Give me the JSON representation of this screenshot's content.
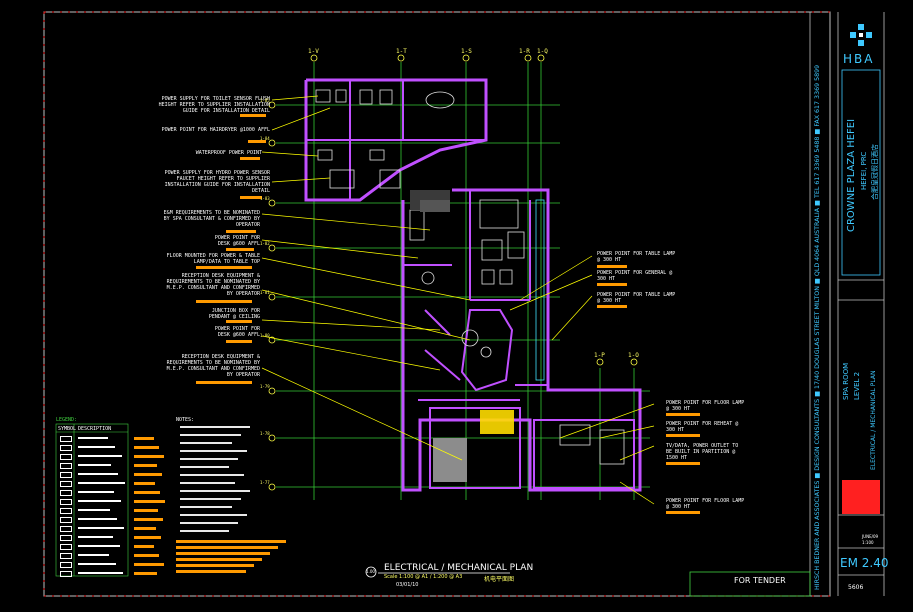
{
  "title_block": {
    "firm_logo": "HBA",
    "project_name": "CROWNE PLAZA HEFEI",
    "project_location": "HEFEI, PRC",
    "project_cn": "合肥皇冠假日酒店",
    "firm_address": "HIRSCH BEDNER AND ASSOCIATES ■ DESIGN CONSULTANTS ■ 17/40 DOUGLAS STREET MILTON ■ QLD 4064 AUSTRALIA ■ TEL 617 3369 5488 ■ FAX 617 3369 5899",
    "room": "SPA ROOM",
    "level": "LEVEL 2",
    "sheet_title": "ELECTRICAL / MECHANICAL PLAN",
    "drawing_no": "EM 2.40",
    "project_no": "5606",
    "for_tender": "FOR TENDER",
    "date": "JUNE/09",
    "scale_tb": "1:100"
  },
  "plan": {
    "caption": "ELECTRICAL / MECHANICAL PLAN",
    "caption_cn": "机电平面图",
    "scale": "Scale 1:100 @ A1 / 1:200 @ A3",
    "date": "03/01/10",
    "number": "1.00",
    "grid_top": [
      "1-V",
      "1-T",
      "1-S",
      "1-R",
      "1-Q"
    ],
    "grid_left": [
      "1-85",
      "1-84",
      "1-83",
      "1-82",
      "1-81",
      "1-80",
      "1-79",
      "1-78",
      "1-77"
    ],
    "grid_mid": [
      "1-P",
      "1-O"
    ]
  },
  "notes_left": [
    "POWER SUPPLY FOR TOILET SENSOR FLUSH HEIGHT REFER TO SUPPLIER INSTALLATION GUIDE FOR INSTALLATION DETAIL",
    "POWER POINT FOR HAIRDRYER @1000 AFFL",
    "WATERPROOF POWER POINT",
    "POWER SUPPLY FOR HYDRO POWER SENSOR FAUCET HEIGHT REFER TO SUPPLIER INSTALLATION GUIDE FOR INSTALLATION DETAIL",
    "E&M REQUIREMENTS TO BE NOMINATED BY SPA CONSULTANT & CONFIRMED BY OPERATOR",
    "POWER POINT FOR DESK @600 AFFL",
    "FLOOR MOUNTED FOR POWER & TABLE LAMP/DATA TO TABLE TOP",
    "RECEPTION DESK EQUIPMENT & REQUIREMENTS TO BE NOMINATED BY M.E.P. CONSULTANT AND CONFIRMED BY OPERATOR",
    "JUNCTION BOX FOR PENDANT @ CEILING",
    "POWER POINT FOR DESK @600 AFFL",
    "RECEPTION DESK EQUIPMENT & REQUIREMENTS TO BE NOMINATED BY M.E.P. CONSULTANT AND CONFIRMED BY OPERATOR"
  ],
  "notes_right": [
    "POWER POINT FOR TABLE LAMP @ 300 HT",
    "POWER POINT FOR GENERAL @ 300 HT",
    "POWER POINT FOR TABLE LAMP @ 300 HT",
    "POWER POINT FOR FLOOR LAMP @ 300 HT",
    "POWER POINT FOR REHEAT @ 300 HT",
    "TV/DATA, POWER OUTLET TO BE BUILT IN PARTITION @ 1500 HT",
    "POWER POINT FOR FLOOR LAMP @ 300 HT"
  ],
  "legend": {
    "title": "LEGEND:",
    "col1": "SYMBOL",
    "col2": "DESCRIPTION"
  },
  "general_notes": {
    "title": "NOTES:"
  },
  "colors": {
    "bg": "#000000",
    "wall": "#c050ff",
    "grid": "#34c834",
    "leader": "#ffff00",
    "note_bar": "#ff9a00",
    "title_cyan": "#3fc9ff",
    "red": "#ff2020"
  }
}
